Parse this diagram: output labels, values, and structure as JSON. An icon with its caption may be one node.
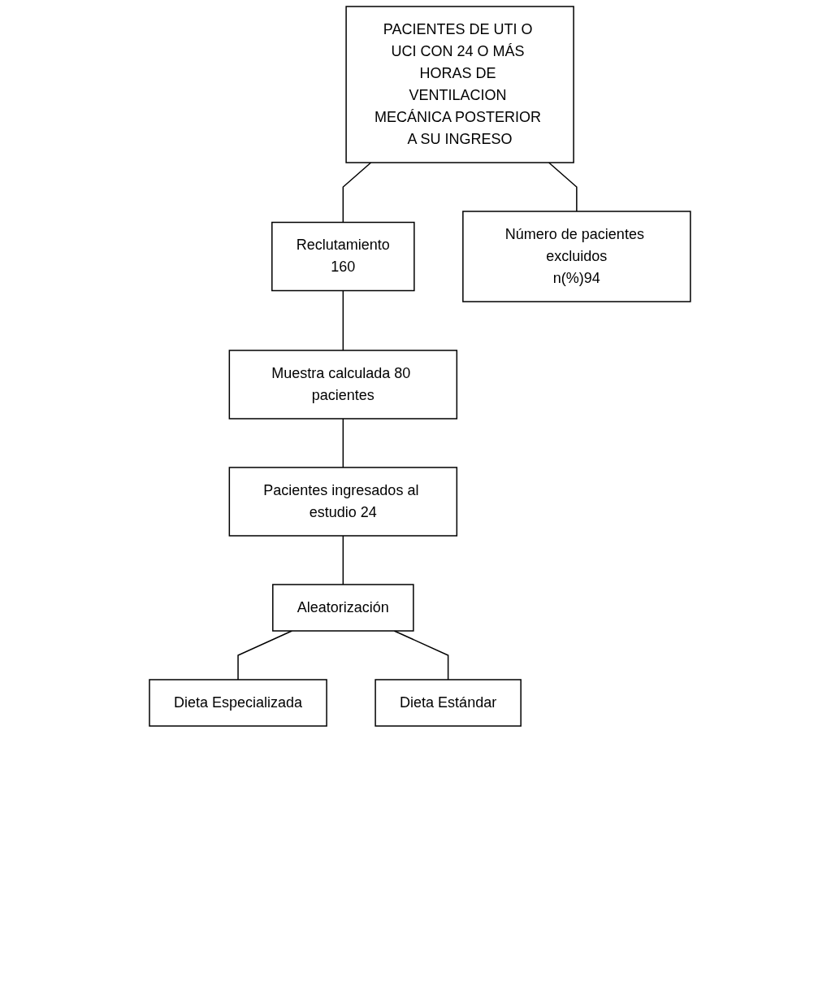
{
  "diagram": {
    "nodes": [
      {
        "text": [
          "PACIENTES DE UTI O UCI CON 24 O MÁS HORAS DE VENTILACION MECÁNICA POSTERIOR A SU INGRESO"
        ]
      },
      {
        "text": [
          "Reclutamiento",
          "160"
        ]
      },
      {
        "text": [
          "Número de pacientes excluidos",
          "n(%)94"
        ]
      },
      {
        "text": [
          "Muestra calculada 80 pacientes"
        ]
      },
      {
        "text": [
          "Pacientes ingresados al estudio 24"
        ]
      },
      {
        "text": [
          "Aleatorización"
        ]
      },
      {
        "text": [
          "Dieta Especializada"
        ]
      },
      {
        "text": [
          "Dieta Estándar"
        ]
      }
    ],
    "edges": [
      {
        "from": 0,
        "to": 1,
        "arrow": "none"
      },
      {
        "from": 0,
        "to": 2,
        "arrow": "none"
      },
      {
        "from": 1,
        "to": 3,
        "arrow": "none"
      },
      {
        "from": 3,
        "to": 4,
        "arrow": "none"
      },
      {
        "from": 4,
        "to": 5,
        "arrow": "none"
      },
      {
        "from": 5,
        "to": 6,
        "arrow": "none"
      },
      {
        "from": 5,
        "to": 7,
        "arrow": "none"
      }
    ]
  }
}
